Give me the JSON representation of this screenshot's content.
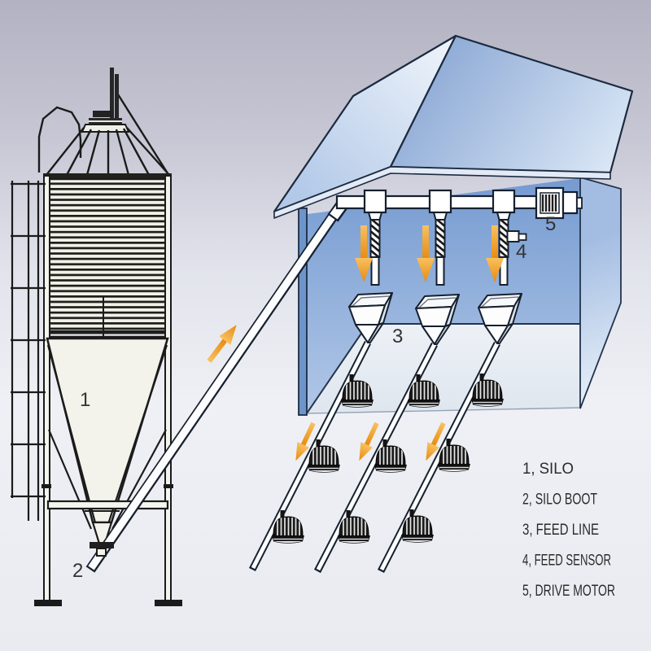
{
  "legend": {
    "items": [
      {
        "label": "1、SILO"
      },
      {
        "label": "2、SILO BOOT"
      },
      {
        "label": "3、FEED LINE"
      },
      {
        "label": "4、FEED SENSOR"
      },
      {
        "label": "5、DRIVE MOTOR"
      }
    ]
  },
  "part_labels": {
    "silo": "1",
    "silo_boot": "2",
    "feed_line": "3",
    "feed_sensor": "4",
    "drive_motor": "5"
  },
  "colors": {
    "background_top": "#b2b2c2",
    "background_bottom": "#e9ebf1",
    "wall_blue": "#7b9fd3",
    "roof_front_blue": "#9db8de",
    "roof_left_light": "#dce8f5",
    "gable_light": "#cfdff0",
    "arrow_orange": "#f0a129",
    "outline_dark": "#16202e",
    "silo_line": "#1b1b1b",
    "tube_white": "#fcfdff"
  }
}
